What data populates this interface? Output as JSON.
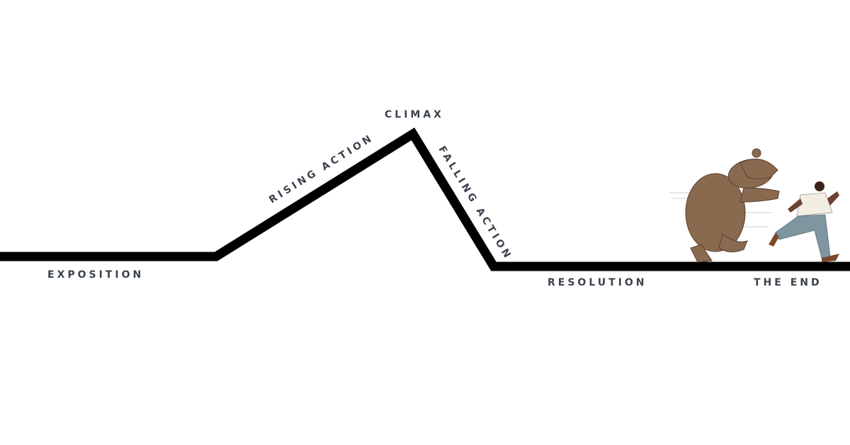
{
  "labels": {
    "exposition": "EXPOSITION",
    "rising_action": "RISING ACTION",
    "climax": "CLIMAX",
    "falling_action": "FALLING ACTION",
    "resolution": "RESOLUTION",
    "the_end": "THE END"
  },
  "colors": {
    "line": "#000000",
    "text": "#3b424d",
    "bear": "#8a6a4f",
    "shirt": "#f3eee2",
    "pants": "#7f96a0"
  }
}
